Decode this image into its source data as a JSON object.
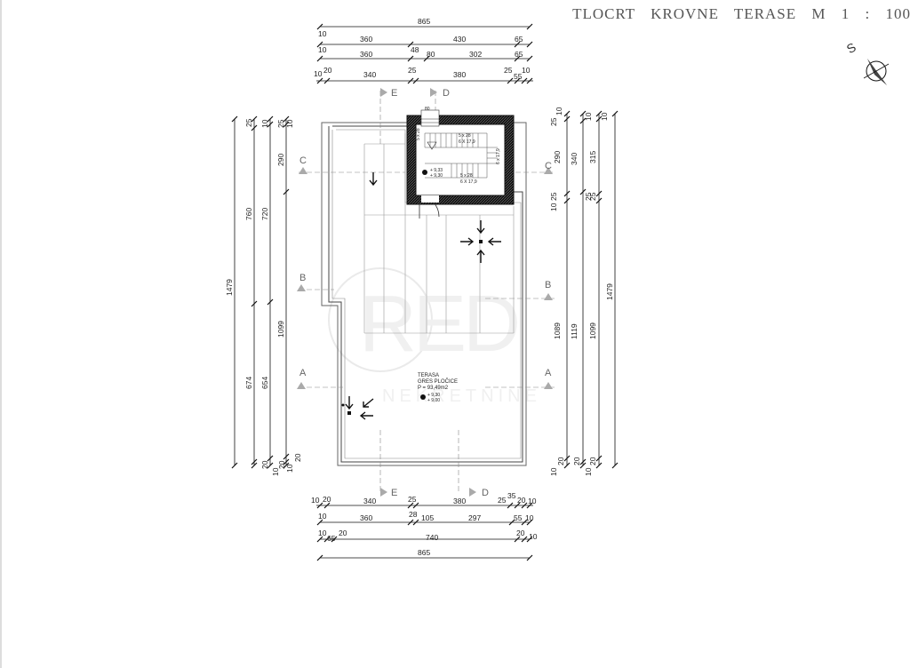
{
  "title": {
    "word1": "TLOCRT",
    "word2": "KROVNE",
    "word3": "TERASE",
    "scale": "M 1 : 100"
  },
  "north_arrow": {
    "label": "S",
    "icon": "north-arrow-icon"
  },
  "watermark": {
    "line1": "RED",
    "line2": "NEKRETNINE",
    "color": "#d9d9d9"
  },
  "terrace": {
    "name": "TERASA",
    "material": "GRES PLOČICE",
    "area": "P = 93,49m2",
    "level_upper": "+ 9,30",
    "level_lower": "+ 9,00"
  },
  "stair": {
    "steps_top": "5 x 28",
    "rise_top": "6 X 17,9",
    "steps_bottom": "5 x 28",
    "rise_bottom": "6 X 17,9",
    "side": "5 x 28",
    "side2": "6 x 17,9",
    "level_upper": "+ 9,33",
    "level_lower": "+ 9,30",
    "door": "80"
  },
  "sections": {
    "A": "A",
    "B": "B",
    "C": "C",
    "D": "D",
    "E": "E"
  },
  "dims_top": {
    "row1": [
      "865"
    ],
    "row2": [
      "10",
      "360",
      "430",
      "65"
    ],
    "row3": [
      "10",
      "360",
      "48",
      "80",
      "302",
      "65"
    ],
    "row4": [
      "10",
      "20",
      "340",
      "25",
      "380",
      "25",
      "10",
      "55"
    ]
  },
  "dims_bottom": {
    "row1": [
      "10",
      "20",
      "340",
      "25",
      "380",
      "25",
      "20",
      "10",
      "35"
    ],
    "row2": [
      "10",
      "360",
      "28",
      "105",
      "297",
      "55",
      "10"
    ],
    "row3": [
      "10",
      "65",
      "20",
      "740",
      "20",
      "10"
    ],
    "row4": [
      "865"
    ]
  },
  "dims_left": {
    "outer": [
      "1479"
    ],
    "col2": [
      "25",
      "760",
      "674"
    ],
    "col3": [
      "10",
      "720",
      "654"
    ],
    "col4": [
      "25",
      "10",
      "290",
      "1099",
      "10",
      "20"
    ],
    "bottom": [
      "10",
      "20",
      "10",
      "20"
    ]
  },
  "dims_right": {
    "col1": [
      "25",
      "10",
      "290",
      "10",
      "25",
      "1089",
      "10",
      "20"
    ],
    "col2": [
      "10",
      "340",
      "25",
      "1119",
      "20"
    ],
    "col3": [
      "10",
      "315",
      "25",
      "1099",
      "10",
      "20"
    ],
    "outer": [
      "1479"
    ]
  }
}
